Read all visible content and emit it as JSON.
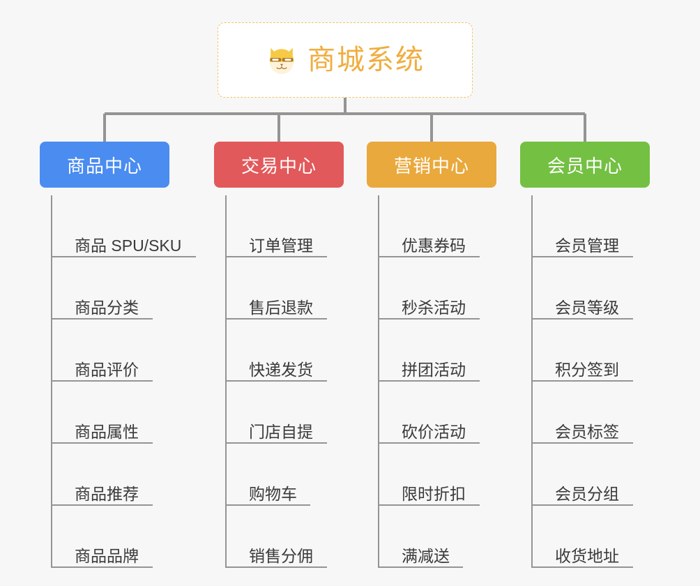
{
  "background_color": "#f7f7f7",
  "root": {
    "title": "商城系统",
    "icon": "shiba-inu-icon",
    "color": "#f0ad3e",
    "border_color": "#f0c36a"
  },
  "connector_color": "#949494",
  "categories": [
    {
      "label": "商品中心",
      "color": "#4a8cf0",
      "items": [
        "商品 SPU/SKU",
        "商品分类",
        "商品评价",
        "商品属性",
        "商品推荐",
        "商品品牌"
      ]
    },
    {
      "label": "交易中心",
      "color": "#e2595b",
      "items": [
        "订单管理",
        "售后退款",
        "快递发货",
        "门店自提",
        "购物车",
        "销售分佣"
      ]
    },
    {
      "label": "营销中心",
      "color": "#eaa93c",
      "items": [
        "优惠券码",
        "秒杀活动",
        "拼团活动",
        "砍价活动",
        "限时折扣",
        "满减送"
      ]
    },
    {
      "label": "会员中心",
      "color": "#74c043",
      "items": [
        "会员管理",
        "会员等级",
        "积分签到",
        "会员标签",
        "会员分组",
        "收货地址"
      ]
    }
  ]
}
